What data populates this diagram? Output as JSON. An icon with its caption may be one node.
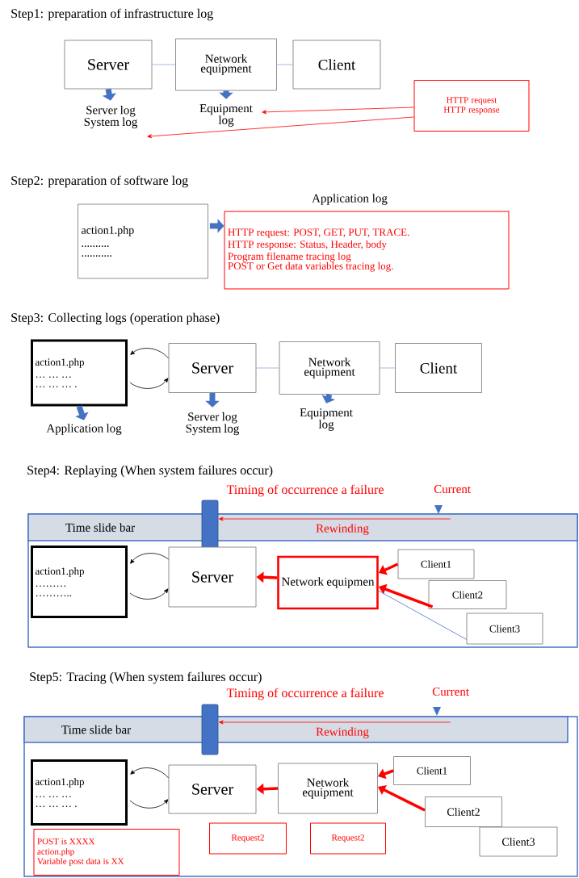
{
  "diagram": {
    "nodes": [
      {
        "text": [
          "Server"
        ]
      },
      {
        "text": [
          "Network equipment"
        ]
      },
      {
        "text": [
          "Client"
        ]
      },
      {
        "text": [
          "Server log System log"
        ]
      },
      {
        "text": [
          "Equipment log"
        ]
      },
      {
        "text": [
          "HTTP request HTTP response"
        ]
      },
      {
        "text": [
          "action1.php",
          "..........",
          "..........."
        ]
      },
      {
        "text": [
          "Application log",
          "HTTP request: POST, GET, PUT, TRACE.",
          "HTTP response: Status, Header, body",
          "Program filename tracing log",
          "POST or Get data variables tracing log."
        ]
      },
      {
        "text": [
          "action1.php",
          "… … …",
          "… … … ."
        ]
      },
      {
        "text": [
          "Server"
        ]
      },
      {
        "text": [
          "Network equipment"
        ]
      },
      {
        "text": [
          "Client"
        ]
      },
      {
        "text": [
          "Application log"
        ]
      },
      {
        "text": [
          "Server log System log"
        ]
      },
      {
        "text": [
          "Equipment log"
        ]
      },
      {
        "text": [],
        "shape": "box"
      },
      {
        "text": [
          "Time slide bar"
        ],
        "in": 15
      },
      {
        "text": [],
        "shape": "bar",
        "beside": [
          "Timing of occurrence a failure"
        ]
      },
      {
        "text": [
          "action1.php",
          "………",
          "……….."
        ],
        "in": 15
      },
      {
        "text": [
          "Server"
        ],
        "in": 15
      },
      {
        "text": [
          "Network equipmen"
        ],
        "in": 15
      },
      {
        "text": [
          "Client1"
        ],
        "in": 15
      },
      {
        "text": [
          "Client2"
        ],
        "in": 15
      },
      {
        "text": [
          "Client3"
        ],
        "in": 15
      },
      {
        "text": [],
        "shape": "box"
      },
      {
        "text": [
          "Time slide bar"
        ],
        "in": 24
      },
      {
        "text": [],
        "shape": "bar",
        "beside": [
          "Timing of occurrence a failure"
        ]
      },
      {
        "text": [
          "action1.php",
          "… … …",
          "… … … ."
        ],
        "in": 24
      },
      {
        "text": [
          "Server"
        ],
        "in": 24
      },
      {
        "text": [
          "Network equipment"
        ],
        "in": 24
      },
      {
        "text": [
          "Client1"
        ],
        "in": 24
      },
      {
        "text": [
          "Client2"
        ],
        "in": 24
      },
      {
        "text": [
          "Client3"
        ],
        "in": 24
      },
      {
        "text": [
          "POST is XXXX",
          "action.php",
          "Variable post data is XX"
        ],
        "in": 24
      },
      {
        "text": [
          "Request2"
        ],
        "in": 24
      },
      {
        "text": [
          "Request2"
        ],
        "in": 24
      }
    ],
    "edges": [
      {
        "from": 0,
        "to": 1,
        "arrow": "none",
        "color": "#8eaadb"
      },
      {
        "from": 1,
        "to": 2,
        "arrow": "none",
        "color": "#8eaadb"
      },
      {
        "from": 0,
        "to": 3,
        "arrow": "to",
        "style": "thick",
        "color": "#4472c4"
      },
      {
        "from": 1,
        "to": 4,
        "arrow": "to",
        "style": "thick",
        "color": "#4472c4"
      },
      {
        "from": 5,
        "to": 4,
        "arrow": "to",
        "color": "#ff0000"
      },
      {
        "from": 5,
        "to": 3,
        "arrow": "to",
        "color": "#ff0000"
      },
      {
        "from": 6,
        "to": 7,
        "arrow": "to",
        "style": "thick",
        "color": "#4472c4"
      },
      {
        "from": 9,
        "to": 8,
        "arrow": "to",
        "color": "#000000"
      },
      {
        "from": 8,
        "to": 9,
        "arrow": "to",
        "color": "#000000"
      },
      {
        "from": 9,
        "to": 10,
        "arrow": "none",
        "color": "#8eaadb"
      },
      {
        "from": 10,
        "to": 11,
        "arrow": "none",
        "color": "#8eaadb"
      },
      {
        "from": 8,
        "to": 12,
        "arrow": "to",
        "style": "thick",
        "color": "#4472c4"
      },
      {
        "from": 9,
        "to": 13,
        "arrow": "to",
        "style": "thick",
        "color": "#4472c4"
      },
      {
        "from": 10,
        "to": 14,
        "arrow": "to",
        "style": "thick",
        "color": "#4472c4"
      },
      {
        "from": 16,
        "to": 17,
        "arrow": "to",
        "label": "Rewinding",
        "color": "#ff0000"
      },
      {
        "from": 19,
        "to": 18,
        "arrow": "to",
        "color": "#000000"
      },
      {
        "from": 18,
        "to": 19,
        "arrow": "to",
        "color": "#000000"
      },
      {
        "from": 20,
        "to": 19,
        "arrow": "to",
        "style": "thick",
        "color": "#ff0000"
      },
      {
        "from": 21,
        "to": 20,
        "arrow": "to",
        "style": "thick",
        "color": "#ff0000"
      },
      {
        "from": 22,
        "to": 20,
        "arrow": "to",
        "style": "thick",
        "color": "#ff0000"
      },
      {
        "from": 23,
        "to": 20,
        "arrow": "none",
        "color": "#4472c4"
      },
      {
        "from": 25,
        "to": 26,
        "arrow": "to",
        "label": "Rewinding",
        "color": "#ff0000"
      },
      {
        "from": 28,
        "to": 27,
        "arrow": "to",
        "color": "#000000"
      },
      {
        "from": 27,
        "to": 28,
        "arrow": "to",
        "color": "#000000"
      },
      {
        "from": 29,
        "to": 28,
        "arrow": "to",
        "style": "thick",
        "color": "#ff0000"
      },
      {
        "from": 30,
        "to": 29,
        "arrow": "to",
        "style": "thick",
        "color": "#ff0000"
      },
      {
        "from": 31,
        "to": 29,
        "arrow": "to",
        "style": "thick",
        "color": "#ff0000"
      }
    ],
    "labels": [
      "Step1: preparation of infrastructure log",
      "Step2: preparation of software log",
      "Step3: Collecting logs (operation phase)",
      "Step4: Replaying (When system failures occur)",
      "Current",
      "Step5: Tracing (When system failures occur)",
      "Current"
    ]
  }
}
